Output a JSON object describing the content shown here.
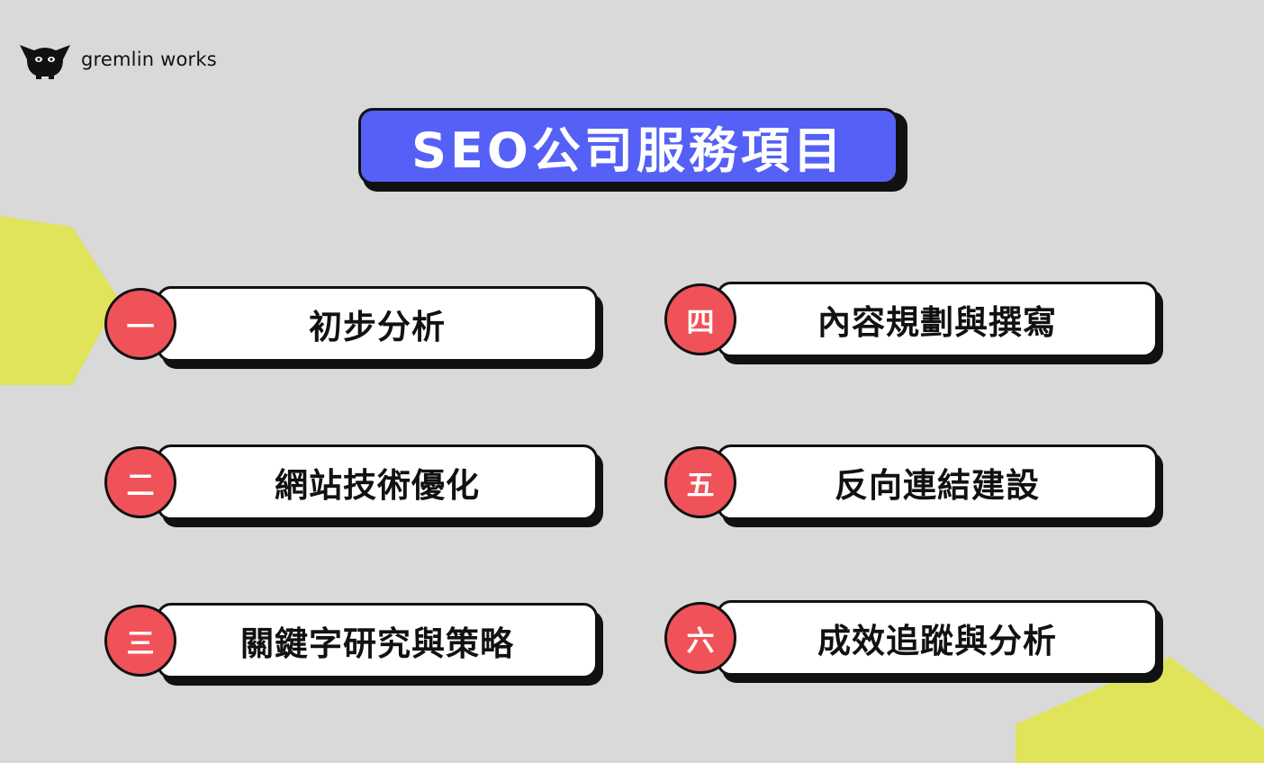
{
  "brand": {
    "name": "gremlin works",
    "logo_icon": "gremlin-head-icon"
  },
  "title": "SEO公司服務項目",
  "colors": {
    "background": "#d9d9d9",
    "accent_blue": "#5560f6",
    "accent_red": "#f0525a",
    "accent_yellow": "#dfe45a",
    "outline": "#111111"
  },
  "items": [
    {
      "num": "一",
      "label": "初步分析"
    },
    {
      "num": "二",
      "label": "網站技術優化"
    },
    {
      "num": "三",
      "label": "關鍵字研究與策略"
    },
    {
      "num": "四",
      "label": "內容規劃與撰寫"
    },
    {
      "num": "五",
      "label": "反向連結建設"
    },
    {
      "num": "六",
      "label": "成效追蹤與分析"
    }
  ]
}
